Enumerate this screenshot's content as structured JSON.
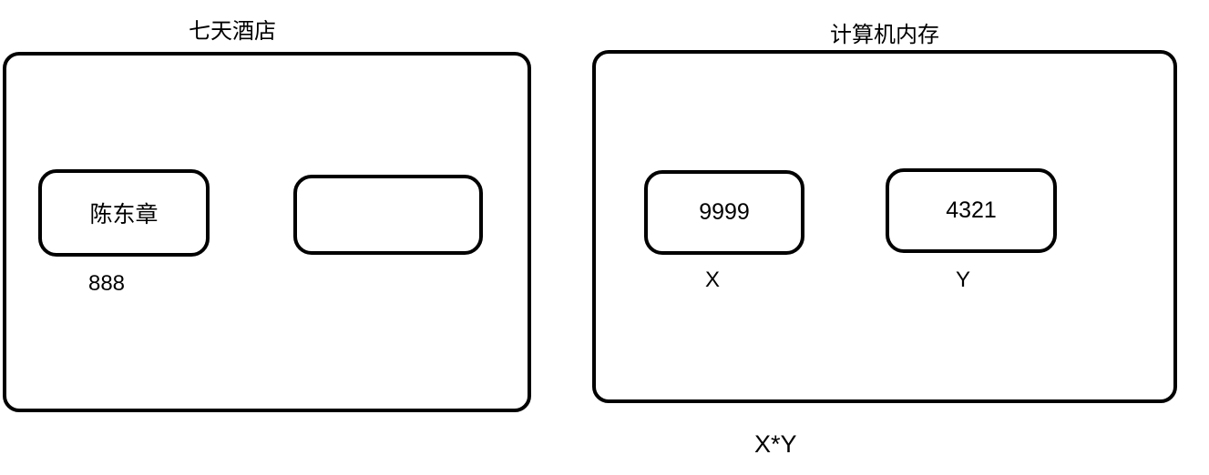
{
  "hotel": {
    "title": "七天酒店",
    "guest_name": "陈东章",
    "room_number": "888"
  },
  "memory": {
    "title": "计算机内存",
    "x_value": "9999",
    "x_label": "X",
    "y_value": "4321",
    "y_label": "Y",
    "expression": "X*Y"
  },
  "colors": {
    "border": "#000000",
    "background": "#ffffff",
    "text": "#000000"
  }
}
